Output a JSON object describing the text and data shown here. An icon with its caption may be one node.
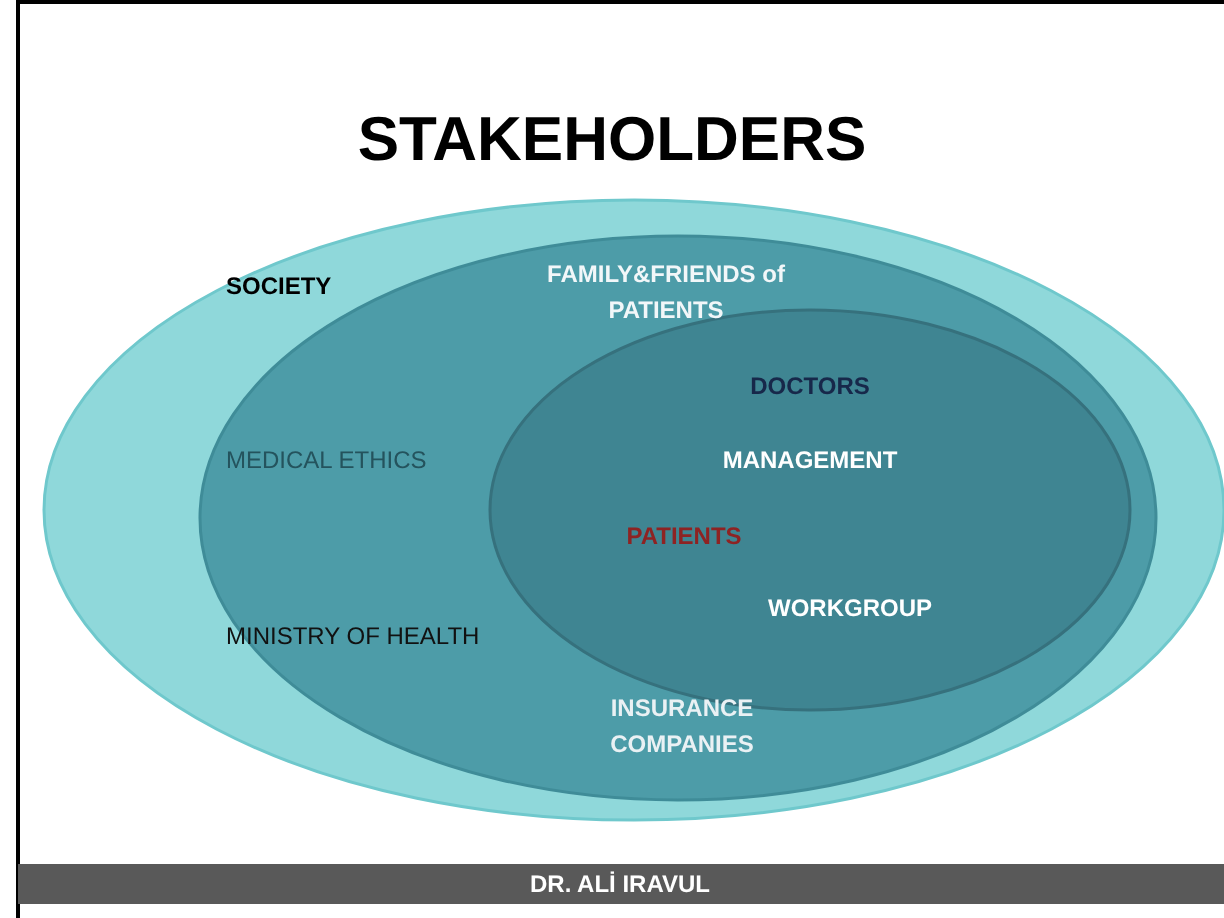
{
  "diagram": {
    "title": "STAKEHOLDERS",
    "nodes": [
      {
        "text": [
          "SOCIETY"
        ]
      },
      {
        "text": [
          "FAMILY&FRIENDS of PATIENTS",
          "MEDICAL ETHICS",
          "MINISTRY OF HEALTH",
          "INSURANCE COMPANIES"
        ],
        "in": 0
      },
      {
        "text": [
          "DOCTORS",
          "MANAGEMENT",
          "PATIENTS",
          "WORKGROUP"
        ],
        "in": 1
      }
    ],
    "labels": [
      "DR. ALİ IRAVUL"
    ]
  }
}
